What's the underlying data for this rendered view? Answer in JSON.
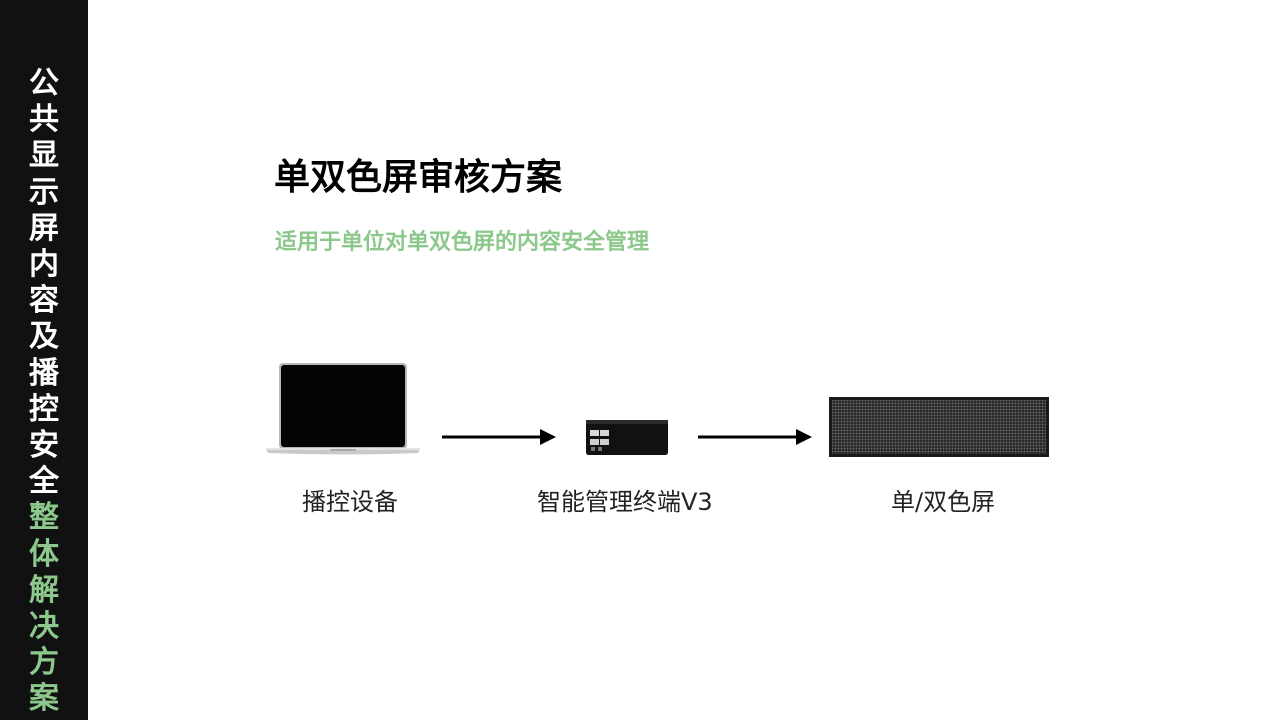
{
  "sidebar": {
    "title_white": [
      "公",
      "共",
      "显",
      "示",
      "屏",
      "内",
      "容",
      "及",
      "播",
      "控",
      "安",
      "全"
    ],
    "title_green": [
      "整",
      "体",
      "解",
      "决",
      "方",
      "案"
    ]
  },
  "main": {
    "title": "单双色屏审核方案",
    "subtitle": "适用于单位对单双色屏的内容安全管理"
  },
  "flow": {
    "nodes": [
      {
        "label": "播控设备",
        "icon": "laptop-icon"
      },
      {
        "label": "智能管理终端V3",
        "icon": "terminal-box-icon"
      },
      {
        "label": "单/双色屏",
        "icon": "led-screen-icon"
      }
    ]
  },
  "colors": {
    "sidebar_bg": "#111111",
    "accent_green": "#8cc88c",
    "title_text": "#000000"
  }
}
